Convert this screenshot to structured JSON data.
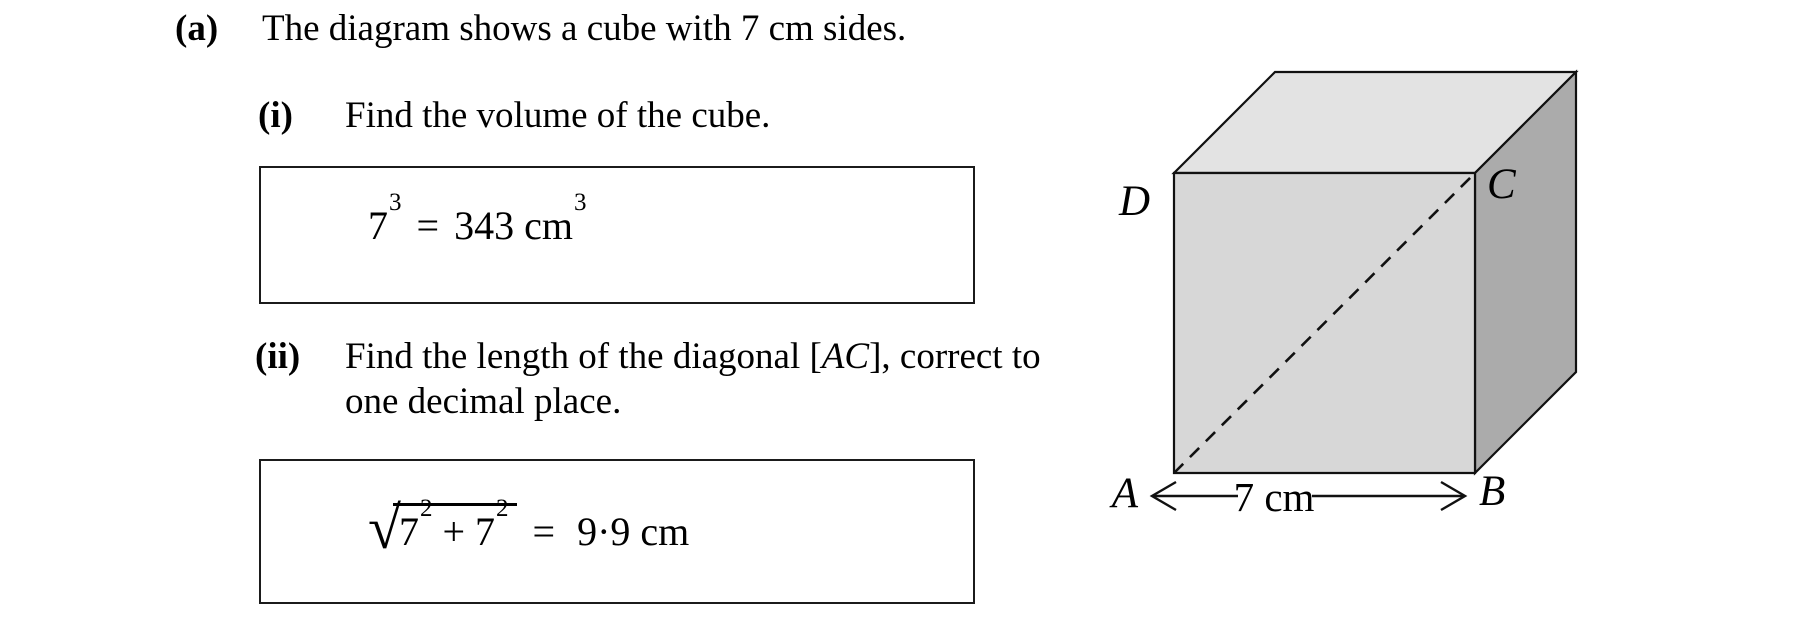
{
  "question": {
    "part_label": "(a)",
    "part_text": "The diagram shows a cube with 7 cm sides.",
    "sub_i": {
      "label": "(i)",
      "text": "Find the volume of the cube.",
      "answer": {
        "base": "7",
        "base_exp": "3",
        "equals": "=",
        "result": "343 cm",
        "result_exp": "3"
      }
    },
    "sub_ii": {
      "label": "(ii)",
      "text1_pre": "Find the length of the diagonal [",
      "text1_ac": "AC",
      "text1_post": "], correct to",
      "text2": "one decimal place.",
      "answer": {
        "radical_sign": "√",
        "term1": "7",
        "term1_exp": "2",
        "plus": "+",
        "term2": "7",
        "term2_exp": "2",
        "equals": "=",
        "result": "9·9 cm"
      }
    }
  },
  "diagram": {
    "vertex_a": "A",
    "vertex_b": "B",
    "vertex_c": "C",
    "vertex_d": "D",
    "side_label": "7 cm",
    "colors": {
      "front_face": "#d7d7d7",
      "top_face": "#e3e3e3",
      "right_face": "#ababab",
      "edge": "#111111"
    }
  }
}
